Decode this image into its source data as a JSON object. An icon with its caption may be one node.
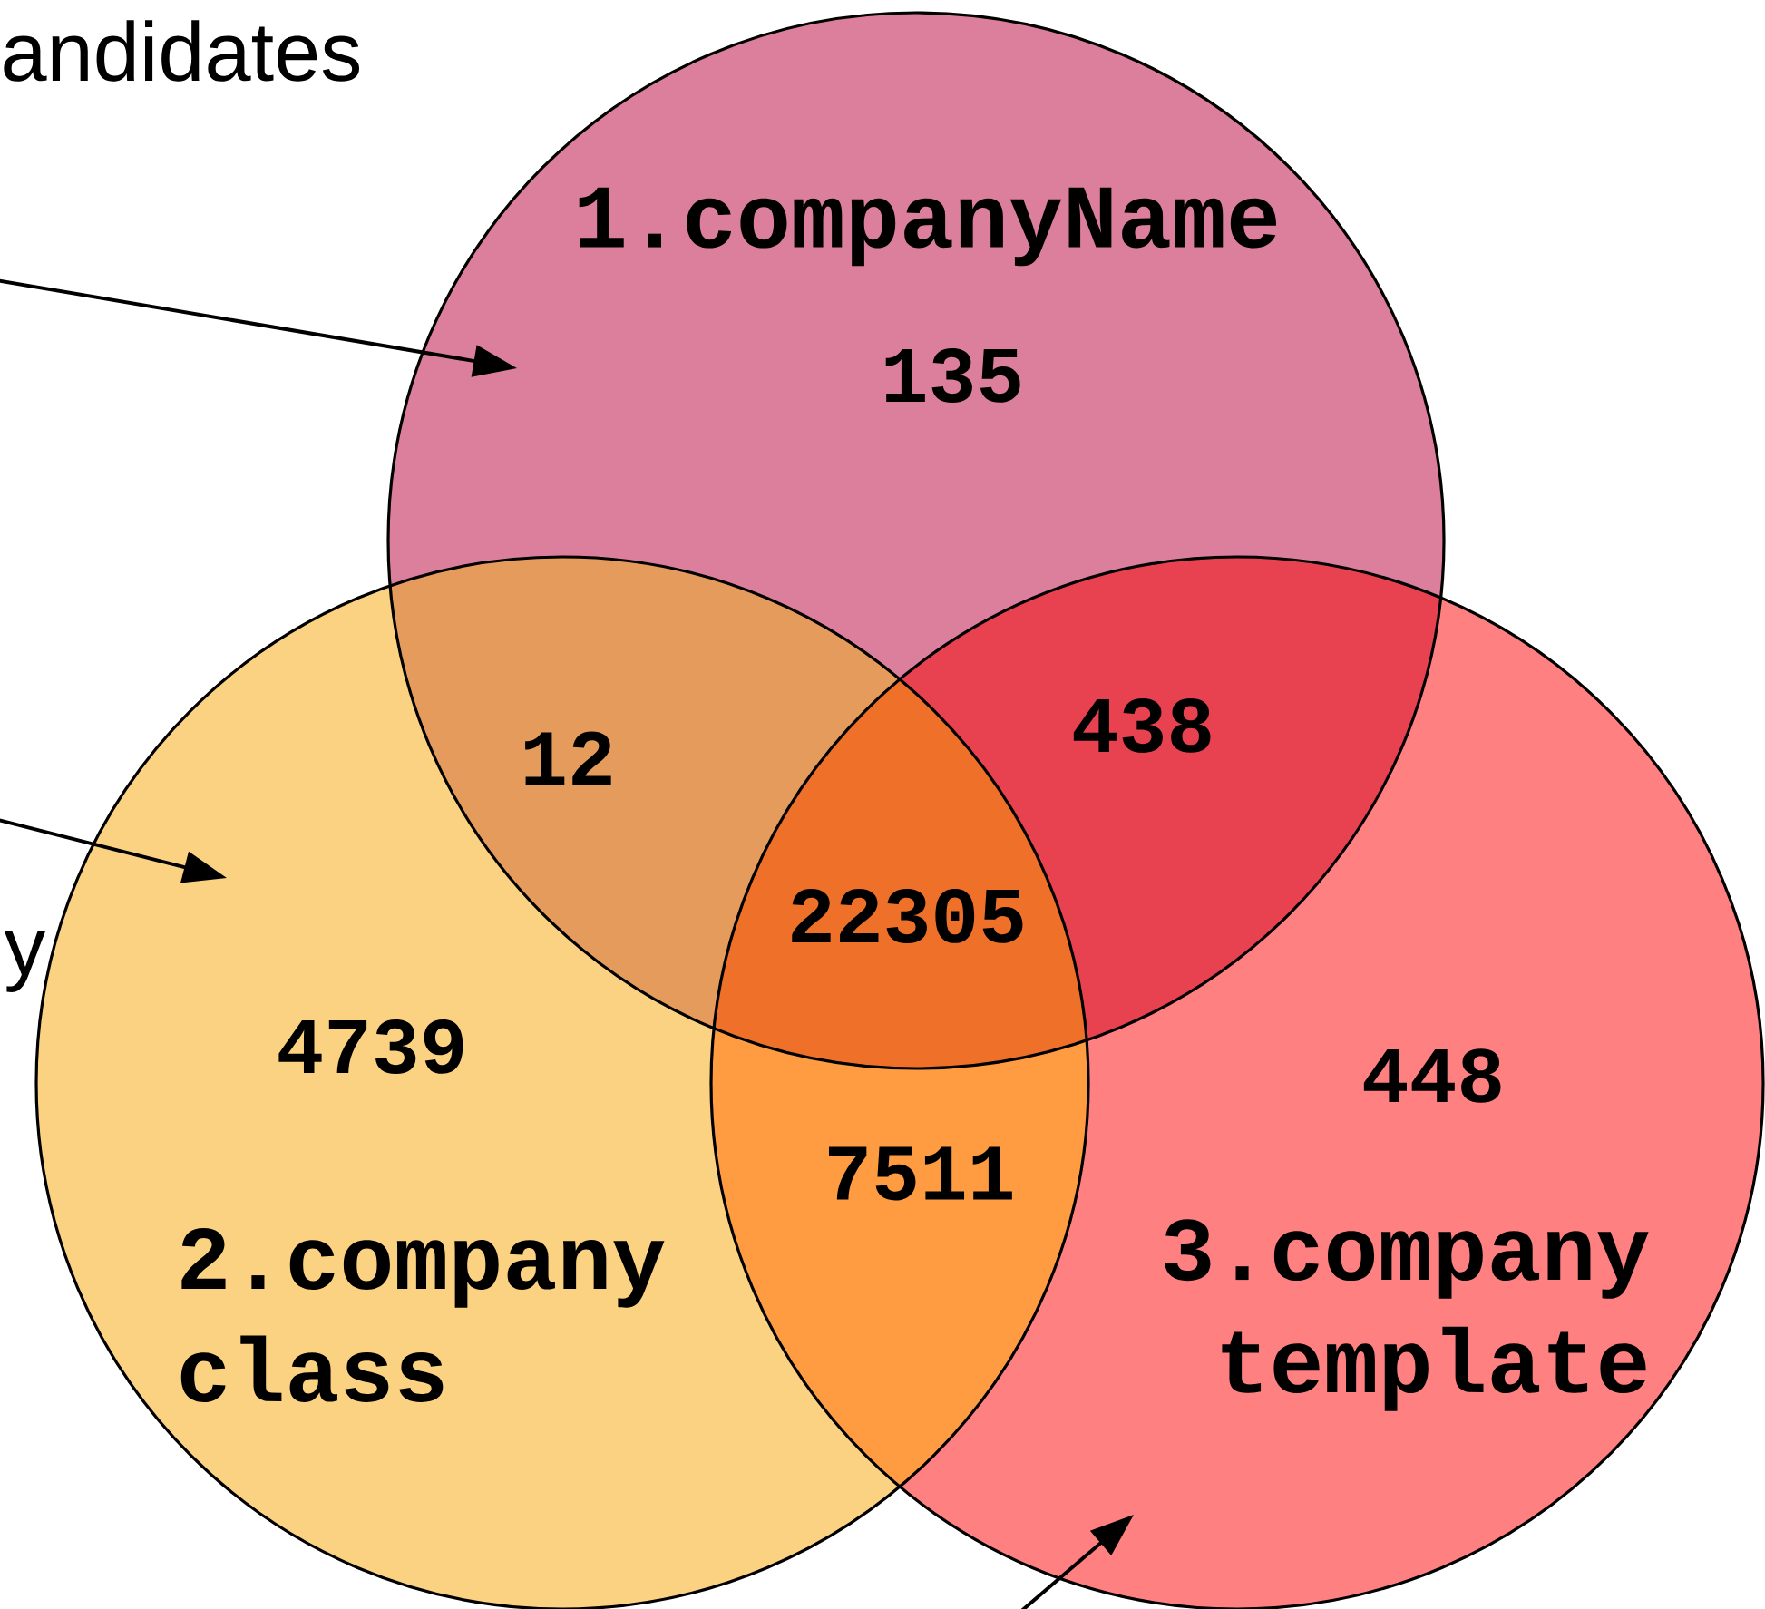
{
  "diagram": {
    "nodes": [
      {
        "text": [
          "1.companyName"
        ]
      },
      {
        "text": [
          "2.company class"
        ]
      },
      {
        "text": [
          "3.company template"
        ]
      }
    ],
    "edges": [
      {
        "from": null,
        "to": 0,
        "arrow": "to"
      },
      {
        "from": null,
        "to": 1,
        "arrow": "to"
      },
      {
        "from": null,
        "to": 2,
        "arrow": "to"
      }
    ],
    "labels": [
      "andidates",
      "135",
      "12",
      "438",
      "22305",
      "y",
      "4739",
      "7511",
      "448"
    ]
  }
}
